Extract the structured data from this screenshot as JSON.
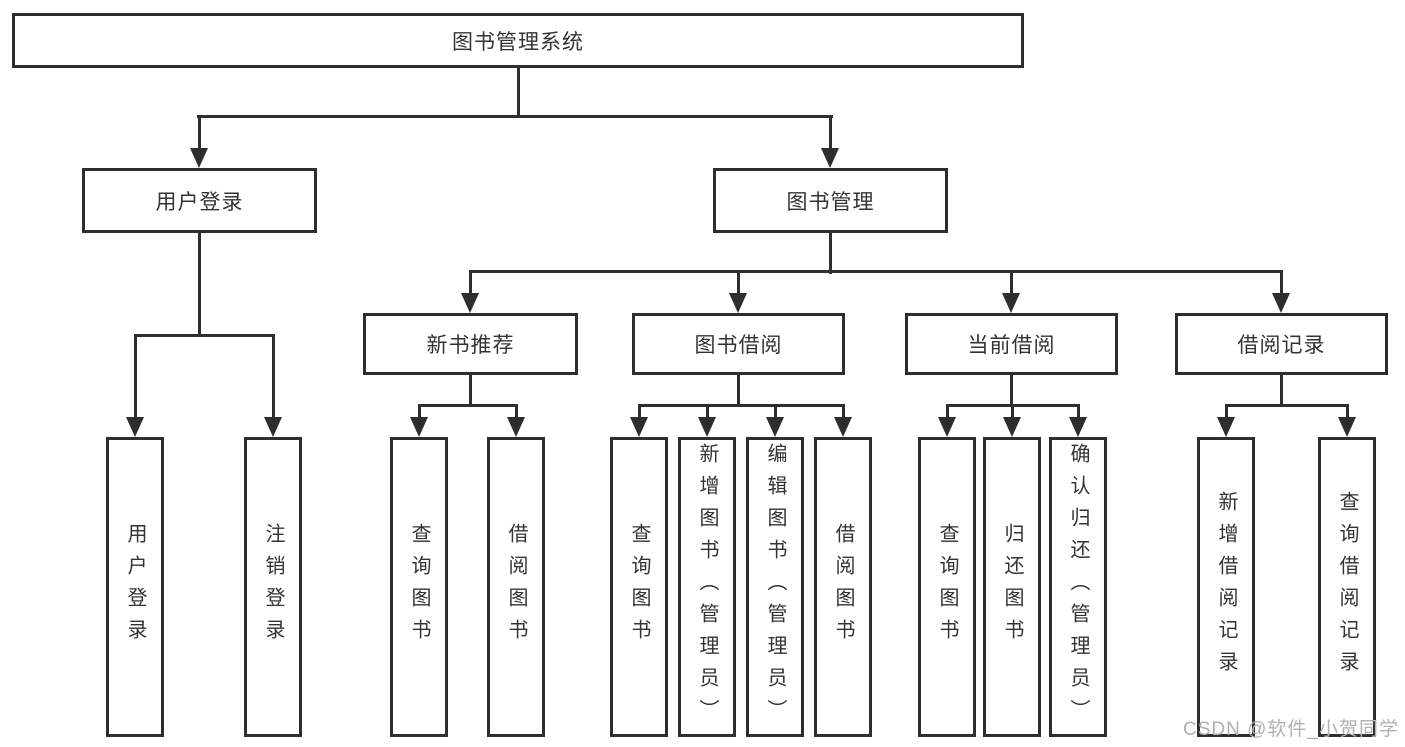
{
  "tree": {
    "root": "图书管理系统",
    "user_login": {
      "label": "用户登录",
      "children": [
        "用户登录",
        "注销登录"
      ]
    },
    "book_mgmt": {
      "label": "图书管理",
      "sections": [
        {
          "label": "新书推荐",
          "children": [
            "查询图书",
            "借阅图书"
          ]
        },
        {
          "label": "图书借阅",
          "children": [
            "查询图书",
            "新增图书（管理员）",
            "编辑图书（管理员）",
            "借阅图书"
          ]
        },
        {
          "label": "当前借阅",
          "children": [
            "查询图书",
            "归还图书",
            "确认归还（管理员）"
          ]
        },
        {
          "label": "借阅记录",
          "children": [
            "新增借阅记录",
            "查询借阅记录"
          ]
        }
      ]
    }
  },
  "watermark": "CSDN @软件_小贺同学",
  "colors": {
    "line": "#2e2e2e",
    "text": "#333333",
    "watermark": "#b0b0b0",
    "background": "#ffffff"
  }
}
